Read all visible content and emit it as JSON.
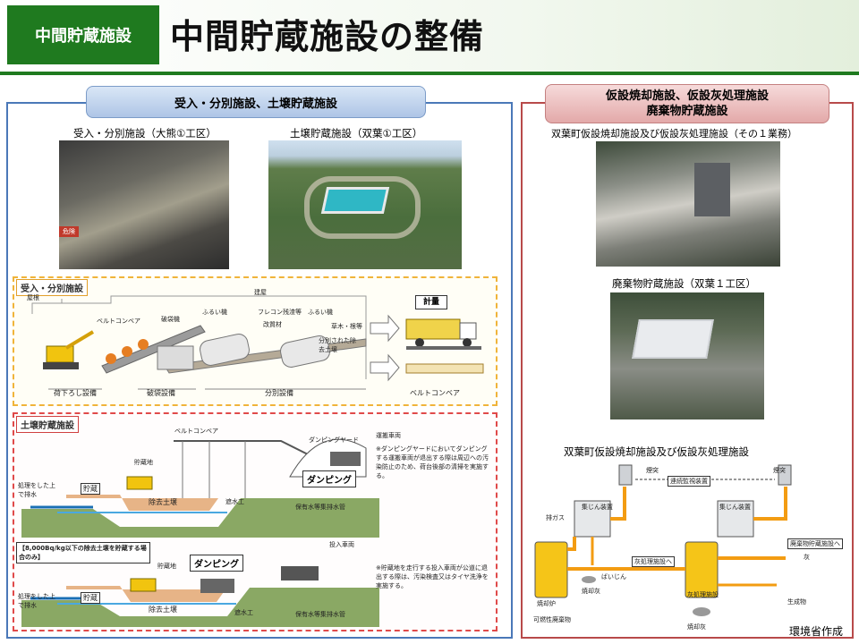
{
  "header": {
    "badge": "中間貯蔵施設",
    "title": "中間貯蔵施設の整備"
  },
  "left_panel": {
    "caption": "受入・分別施設、土壌貯蔵施設",
    "photo1_label": "受入・分別施設（大熊①工区）",
    "photo2_label": "土壌貯蔵施設（双葉①工区）",
    "photo1_sign": "危険",
    "receiving": {
      "label": "受入・分別施設",
      "roof1": "屋根",
      "roof2": "建屋",
      "belt": "ベルトコンベア",
      "crusher": "破袋機",
      "sieve1": "ふるい機",
      "flecon": "フレコン残渣等",
      "modifier": "改質材",
      "sieve2": "ふるい機",
      "grass": "草木・根等",
      "separated": "分別された除去土壌",
      "unload": "荷下ろし設備",
      "break": "破袋設備",
      "sort": "分別設備",
      "weigh": "計量",
      "belt2": "ベルトコンベア"
    },
    "storage": {
      "label": "土壌貯蔵施設",
      "belt": "ベルトコンベア",
      "dumping_yard": "ダンピングヤード",
      "transport": "運搬車両",
      "note1": "※ダンピングヤードにおいてダンピングする運搬車両が退出する際は周辺への汚染防止のため、荷台後部の清掃を実施する。",
      "dump1": "ダンピング",
      "yard1": "貯蔵地",
      "treat1": "処理をした上で排水",
      "storage1": "貯蔵",
      "soil1": "除去土壌",
      "barrier1": "遮水工",
      "pipe1": "保有水等集排水管",
      "special": "【8,000Bq/kg以下の除去土壌を貯蔵する場合のみ】",
      "yard2": "貯蔵地",
      "dump2": "ダンピング",
      "vehicle2": "投入車両",
      "note2": "※貯蔵地を走行する投入車両が公道に退出する際は、汚染検査又はタイヤ洗浄を実施する。",
      "treat2": "処理をした上で排水",
      "storage2": "貯蔵",
      "soil2": "除去土壌",
      "barrier2": "遮水工",
      "pipe2": "保有水等集排水管"
    }
  },
  "right_panel": {
    "caption_line1": "仮設焼却施設、仮設灰処理施設",
    "caption_line2": "廃棄物貯蔵施設",
    "photo3_label": "双葉町仮設焼却施設及び仮設灰処理施設（その１業務）",
    "photo4_label": "廃棄物貯蔵施設（双葉１工区）",
    "diagram_title": "双葉町仮設焼却施設及び仮設灰処理施設",
    "chimney1": "煙突",
    "chimney2": "煙突",
    "continuous": "連続監視装置",
    "gas": "排ガス",
    "dust1": "集じん装置",
    "dust2": "集じん装置",
    "to_ash": "灰処理施設へ",
    "soot": "ばいじん",
    "main_ash": "焼却灰",
    "incinerator": "焼却炉",
    "melter": "灰処理施設",
    "waste": "可燃性廃棄物",
    "to_storage": "廃棄物貯蔵施設へ",
    "ash": "灰",
    "product": "生成物",
    "ash_final": "焼却灰"
  },
  "credit": "環境省作成",
  "colors": {
    "green": "#1f7a1f",
    "blue_border": "#4a78b8",
    "red_border": "#b84a4a"
  }
}
